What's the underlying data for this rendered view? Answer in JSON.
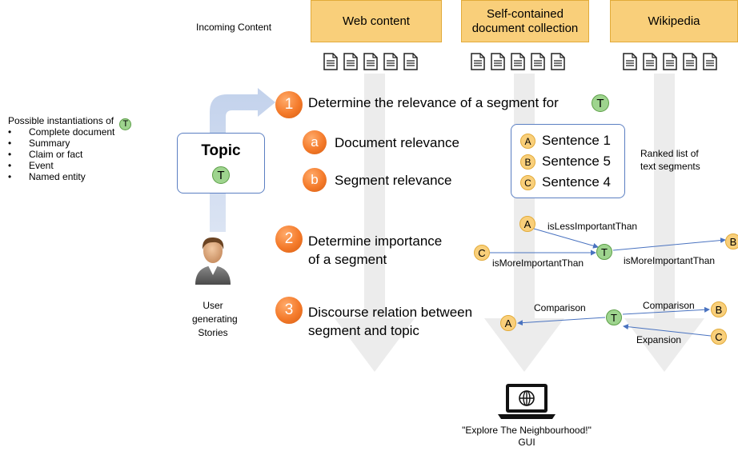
{
  "incoming_label": "Incoming Content",
  "sources": [
    {
      "label": "Web content"
    },
    {
      "label": "Self-contained document collection"
    },
    {
      "label": "Wikipedia"
    }
  ],
  "instantiations": {
    "heading": "Possible instantiations of",
    "items": [
      "Complete document",
      "Summary",
      "Claim or fact",
      "Event",
      "Named entity"
    ]
  },
  "topic": {
    "title": "Topic",
    "symbol": "T"
  },
  "user": {
    "caption_1": "User",
    "caption_2": "generating",
    "caption_3": "Stories"
  },
  "steps": {
    "step1": {
      "number": "1",
      "text": "Determine the relevance of a segment for"
    },
    "step2": {
      "number": "2",
      "text_1": "Determine importance",
      "text_2": "of a segment"
    },
    "step3": {
      "number": "3",
      "text_1": "Discourse relation between",
      "text_2": "segment and topic"
    }
  },
  "substeps": [
    {
      "letter": "a",
      "text": "Document relevance"
    },
    {
      "letter": "b",
      "text": "Segment relevance"
    }
  ],
  "ranked": {
    "items": [
      {
        "letter": "A",
        "text": "Sentence 1"
      },
      {
        "letter": "B",
        "text": "Sentence 5"
      },
      {
        "letter": "C",
        "text": "Sentence 4"
      }
    ],
    "caption_1": "Ranked list of",
    "caption_2": "text segments"
  },
  "importance_graph": {
    "center": "T",
    "a": "A",
    "b": "B",
    "c": "C",
    "a_rel": "isLessImportantThan",
    "c_rel": "isMoreImportantThan",
    "b_rel": "isMoreImportantThan"
  },
  "discourse_graph": {
    "center": "T",
    "a": "A",
    "b": "B",
    "c": "C",
    "a_rel": "Comparison",
    "b_rel": "Comparison",
    "c_rel": "Expansion"
  },
  "gui": {
    "caption_1": "\"Explore The Neighbourhood!\"",
    "caption_2": "GUI"
  },
  "colors": {
    "orange": "#f47a2a",
    "yellow": "#f9cf7a",
    "green": "#9ed48e",
    "blue": "#5b7fc2"
  }
}
